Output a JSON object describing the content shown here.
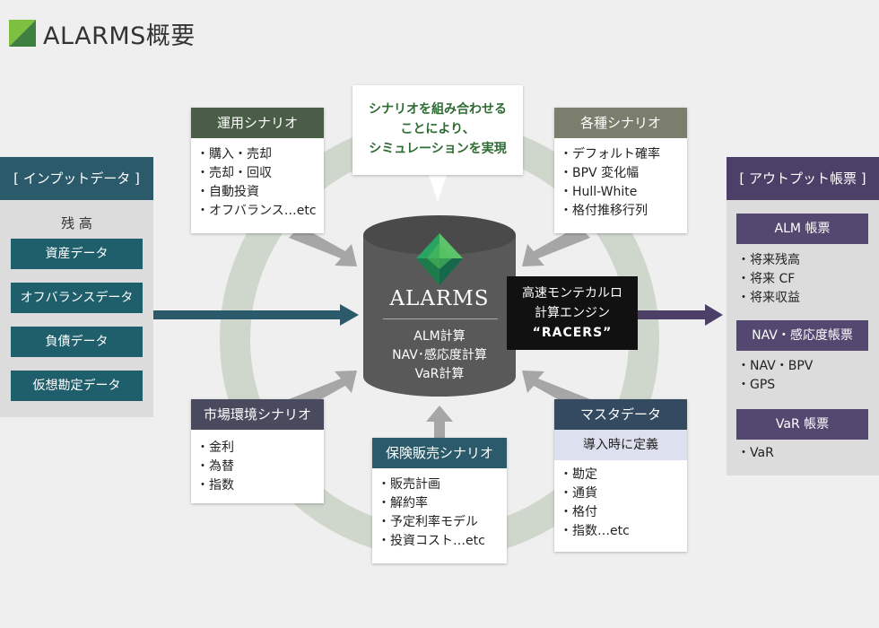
{
  "page": {
    "title": "ALARMS概要"
  },
  "colors": {
    "ring": "#cfd6cb",
    "teal": "#2b5a6b",
    "purple": "#4c4068",
    "arrow_gray": "#a6a6a6",
    "cylinder": "#595959",
    "bubble_text": "#2e6b33"
  },
  "input": {
    "header": "[ インプットデータ ]",
    "label": "残 高",
    "items": [
      "資産データ",
      "オフバランスデータ",
      "負債データ",
      "仮想勘定データ"
    ]
  },
  "output": {
    "header": "[ アウトプット帳票 ]",
    "groups": [
      {
        "title": "ALM 帳票",
        "items": [
          "・将来残高",
          "・将来 CF",
          "・将来収益"
        ]
      },
      {
        "title": "NAV・感応度帳票",
        "items": [
          "・NAV・BPV",
          "・GPS"
        ]
      },
      {
        "title": "VaR 帳票",
        "items": [
          "・VaR"
        ]
      }
    ]
  },
  "bubble": {
    "lines": [
      "シナリオを組み合わせる",
      "ことにより、",
      "シミュレーションを実現"
    ]
  },
  "center": {
    "name": "ALARMS",
    "lines": [
      "ALM計算",
      "NAV･感応度計算",
      "VaR計算"
    ]
  },
  "racers": {
    "line1": "高速モンテカルロ",
    "line2": "計算エンジン",
    "line3": "“RACERS”"
  },
  "boxes": {
    "unyou": {
      "title": "運用シナリオ",
      "items": [
        "・購入・売却",
        "・売却・回収",
        "・自動投資",
        "・オフバランス…etc"
      ]
    },
    "kakushu": {
      "title": "各種シナリオ",
      "items": [
        "・デフォルト確率",
        "・BPV 変化幅",
        "・Hull-White",
        "・格付推移行列"
      ]
    },
    "shijou": {
      "title": "市場環境シナリオ",
      "items": [
        "・金利",
        "・為替",
        "・指数"
      ]
    },
    "hoken": {
      "title": "保険販売シナリオ",
      "items": [
        "・販売計画",
        "・解約率",
        "・予定利率モデル",
        "・投資コスト…etc"
      ]
    },
    "masuta": {
      "title": "マスタデータ",
      "subtitle": "導入時に定義",
      "items": [
        "・勘定",
        "・通貨",
        "・格付",
        "・指数…etc"
      ]
    }
  }
}
